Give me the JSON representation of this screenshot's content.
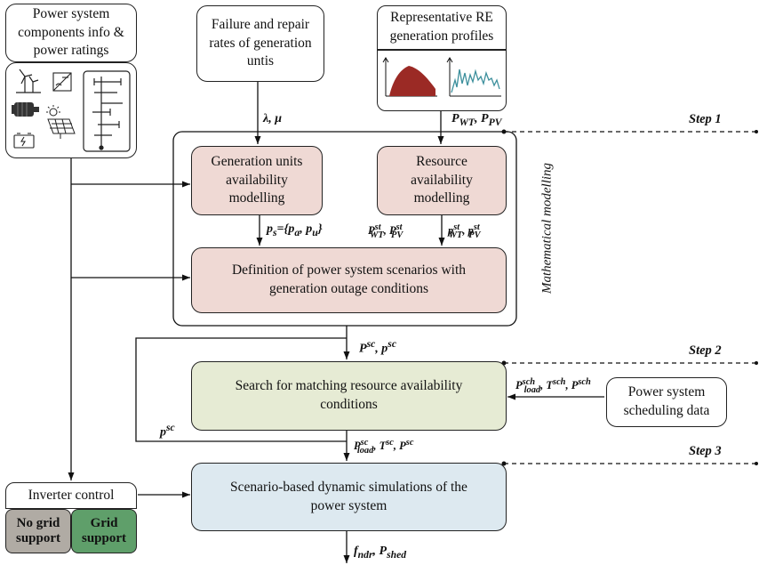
{
  "boxes": {
    "components_title": "Power system components info & power ratings",
    "failure_rates": "Failure and repair rates of generation untis",
    "re_profiles": "Representative RE generation profiles",
    "gen_availability": "Generation units availability modelling",
    "resource_availability": "Resource availability modelling",
    "scenario_definition": "Definition of power system scenarios with generation outage conditions",
    "search_matching": "Search for matching resource availability conditions",
    "scheduling_data": "Power system scheduling data",
    "dynamic_sim": "Scenario-based dynamic simulations of the power system",
    "inverter_control": "Inverter control",
    "no_grid_support": "No grid support",
    "grid_support": "Grid support"
  },
  "labels": {
    "lambda_mu": "λ, μ",
    "pwt_ppv": "P_WT, P_PV",
    "ps": "p_s={p_a, p_u}",
    "pst_left": "P^st_WT, P^st_PV",
    "pst_right": "p^st_WT, p^st_PV",
    "psc_top": "P^sc, p^sc",
    "psch": "P^sch_load, T^sch, P^sch",
    "psc_left": "p^sc",
    "psc_load": "P^sc_load, T^sc, P^sc",
    "fndr": "f_ndr, P_shed"
  },
  "steps": {
    "step1": "Step 1",
    "step2": "Step 2",
    "step3": "Step 3"
  },
  "mathematical_modelling": "Mathematical modelling",
  "colors": {
    "pink": "#efd9d4",
    "green": "#e6ebd4",
    "blue": "#dde9f0",
    "no_grid": "#b0aba4",
    "grid": "#5f9f6a",
    "bar_red": "#9b2a25",
    "bar_teal": "#3c8f9c"
  },
  "icons": [
    "wind-turbine-icon",
    "inverter-icon",
    "motor-icon",
    "sun-icon",
    "battery-icon",
    "pv-panel-icon",
    "single-line-diagram-icon"
  ]
}
